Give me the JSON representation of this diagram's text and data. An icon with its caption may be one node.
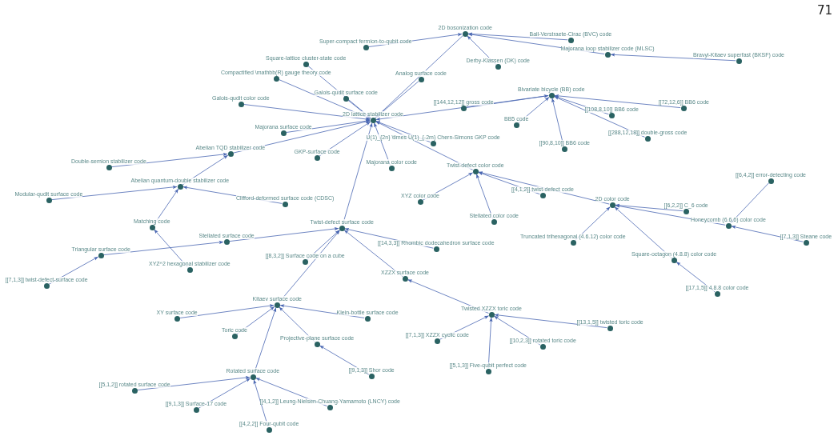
{
  "diagram": {
    "nodes": [
      {
        "text": [
          "2D bosonization code"
        ]
      },
      {
        "text": [
          "Super-compact fermion-to-qubit code"
        ]
      },
      {
        "text": [
          "Ball-Verstraete-Cirac (BVC) code"
        ]
      },
      {
        "text": [
          "Majorana loop stabilizer code (MLSC)"
        ]
      },
      {
        "text": [
          "Bravyi-Kitaev superfast (BKSF) code"
        ]
      },
      {
        "text": [
          "Derby-Klassen (DK) code"
        ]
      },
      {
        "text": [
          "Square-lattice cluster-state code"
        ]
      },
      {
        "text": [
          "Compactified \\mathbb(R) gauge theory code"
        ]
      },
      {
        "text": [
          "Analog surface code"
        ]
      },
      {
        "text": [
          "Bivariate bicycle (BB) code"
        ]
      },
      {
        "text": [
          "Galois-qudit color code"
        ]
      },
      {
        "text": [
          "Galois-qudit surface code"
        ]
      },
      {
        "text": [
          "[[144,12,12]] gross code"
        ]
      },
      {
        "text": [
          "[[72,12,6]] BB6 code"
        ]
      },
      {
        "text": [
          "[[108,8,10]] BB6 code"
        ]
      },
      {
        "text": [
          "2D lattice stabilizer code"
        ]
      },
      {
        "text": [
          "BB5 code"
        ]
      },
      {
        "text": [
          "Majorana surface code"
        ]
      },
      {
        "text": [
          "[[288,12,18]] double-gross code"
        ]
      },
      {
        "text": [
          "U(1)_{2n} \\times U(1)_{-2m} Chern-Simons GKP code"
        ]
      },
      {
        "text": [
          "[[90,8,10]] BB6 code"
        ]
      },
      {
        "text": [
          "Abelian TQD stabilizer code"
        ]
      },
      {
        "text": [
          "GKP-surface code"
        ]
      },
      {
        "text": [
          "Majorana color code"
        ]
      },
      {
        "text": [
          "Twist-defect color code"
        ]
      },
      {
        "text": [
          "Double-semion stabilizer code"
        ]
      },
      {
        "text": [
          "[[6,4,2]] error-detecting code"
        ]
      },
      {
        "text": [
          "Abelian quantum-double stabilizer code"
        ]
      },
      {
        "text": [
          "[[4,1,2]] twist-defect code"
        ]
      },
      {
        "text": [
          "XYZ color code"
        ]
      },
      {
        "text": [
          "Modular-qudit surface code"
        ]
      },
      {
        "text": [
          "Clifford-deformed surface code (CDSC)"
        ]
      },
      {
        "text": [
          "2D color code"
        ]
      },
      {
        "text": [
          "[[6,2,2]] C_6 code"
        ]
      },
      {
        "text": [
          "Stellated color code"
        ]
      },
      {
        "text": [
          "Matching code"
        ]
      },
      {
        "text": [
          "Twist-defect surface code"
        ]
      },
      {
        "text": [
          "Honeycomb (6.6.6) color code"
        ]
      },
      {
        "text": [
          "Stellated surface code"
        ]
      },
      {
        "text": [
          "Truncated trihexagonal (4.6.12) color code"
        ]
      },
      {
        "text": [
          "[[7,1,3]] Steane code"
        ]
      },
      {
        "text": [
          "[[14,3,3]] Rhombic dodecahedron surface code"
        ]
      },
      {
        "text": [
          "Triangular surface code"
        ]
      },
      {
        "text": [
          "[[8,3,2]] Surface code on a cube"
        ]
      },
      {
        "text": [
          "Square-octagon (4.8.8) color code"
        ]
      },
      {
        "text": [
          "XYZ^2 hexagonal stabilizer code"
        ]
      },
      {
        "text": [
          "XZZX surface code"
        ]
      },
      {
        "text": [
          "[[7,1,3]] twist-defect-surface code"
        ]
      },
      {
        "text": [
          "[[17,1,5]] 4.8.8 color code"
        ]
      },
      {
        "text": [
          "Kitaev surface code"
        ]
      },
      {
        "text": [
          "Twisted XZZX toric code"
        ]
      },
      {
        "text": [
          "XY surface code"
        ]
      },
      {
        "text": [
          "Klein-bottle surface code"
        ]
      },
      {
        "text": [
          "[[13,1,5]] twisted toric code"
        ]
      },
      {
        "text": [
          "Toric code"
        ]
      },
      {
        "text": [
          "Projective-plane surface code"
        ]
      },
      {
        "text": [
          "[[7,1,3]] XZZX cyclic code"
        ]
      },
      {
        "text": [
          "[[10,2,3]] rotated toric code"
        ]
      },
      {
        "text": [
          "[[5,1,3]] Five-qubit perfect code"
        ]
      },
      {
        "text": [
          "[[9,1,3]] Shor code"
        ]
      },
      {
        "text": [
          "Rotated surface code"
        ]
      },
      {
        "text": [
          "[[5,1,2]] rotated surface code"
        ]
      },
      {
        "text": [
          "[[4,1,2]] Leung-Nielsen-Chuang-Yamamoto (LNCY) code"
        ]
      },
      {
        "text": [
          "[[9,1,3]] Surface-17 code"
        ]
      },
      {
        "text": [
          "[[4,2,2]] Four-qubit code"
        ]
      }
    ],
    "edges": [
      {
        "from": 1,
        "to": 0,
        "arrow": "to"
      },
      {
        "from": 5,
        "to": 0,
        "arrow": "to"
      },
      {
        "from": 2,
        "to": 0,
        "arrow": "to"
      },
      {
        "from": 3,
        "to": 0,
        "arrow": "to"
      },
      {
        "from": 4,
        "to": 3,
        "arrow": "to"
      },
      {
        "from": 0,
        "to": 15,
        "arrow": "to"
      },
      {
        "from": 8,
        "to": 15,
        "arrow": "to"
      },
      {
        "from": 6,
        "to": 15,
        "arrow": "to"
      },
      {
        "from": 7,
        "to": 15,
        "arrow": "to"
      },
      {
        "from": 10,
        "to": 15,
        "arrow": "to"
      },
      {
        "from": 11,
        "to": 15,
        "arrow": "to"
      },
      {
        "from": 17,
        "to": 15,
        "arrow": "to"
      },
      {
        "from": 21,
        "to": 15,
        "arrow": "to"
      },
      {
        "from": 22,
        "to": 15,
        "arrow": "to"
      },
      {
        "from": 23,
        "to": 15,
        "arrow": "to"
      },
      {
        "from": 19,
        "to": 15,
        "arrow": "to"
      },
      {
        "from": 24,
        "to": 15,
        "arrow": "to"
      },
      {
        "from": 9,
        "to": 15,
        "arrow": "to"
      },
      {
        "from": 12,
        "to": 9,
        "arrow": "to"
      },
      {
        "from": 13,
        "to": 9,
        "arrow": "to"
      },
      {
        "from": 14,
        "to": 9,
        "arrow": "to"
      },
      {
        "from": 18,
        "to": 9,
        "arrow": "to"
      },
      {
        "from": 20,
        "to": 9,
        "arrow": "to"
      },
      {
        "from": 16,
        "to": 9,
        "arrow": "to"
      },
      {
        "from": 36,
        "to": 15,
        "arrow": "to"
      },
      {
        "from": 25,
        "to": 21,
        "arrow": "to"
      },
      {
        "from": 27,
        "to": 21,
        "arrow": "to"
      },
      {
        "from": 30,
        "to": 27,
        "arrow": "to"
      },
      {
        "from": 31,
        "to": 27,
        "arrow": "to"
      },
      {
        "from": 35,
        "to": 27,
        "arrow": "to"
      },
      {
        "from": 45,
        "to": 35,
        "arrow": "to"
      },
      {
        "from": 28,
        "to": 24,
        "arrow": "to"
      },
      {
        "from": 29,
        "to": 24,
        "arrow": "to"
      },
      {
        "from": 34,
        "to": 24,
        "arrow": "to"
      },
      {
        "from": 32,
        "to": 24,
        "arrow": "to"
      },
      {
        "from": 33,
        "to": 32,
        "arrow": "to"
      },
      {
        "from": 37,
        "to": 32,
        "arrow": "to"
      },
      {
        "from": 39,
        "to": 32,
        "arrow": "to"
      },
      {
        "from": 44,
        "to": 32,
        "arrow": "to"
      },
      {
        "from": 26,
        "to": 37,
        "arrow": "to"
      },
      {
        "from": 40,
        "to": 37,
        "arrow": "to"
      },
      {
        "from": 48,
        "to": 44,
        "arrow": "to"
      },
      {
        "from": 38,
        "to": 36,
        "arrow": "to"
      },
      {
        "from": 42,
        "to": 38,
        "arrow": "to"
      },
      {
        "from": 47,
        "to": 42,
        "arrow": "to"
      },
      {
        "from": 43,
        "to": 36,
        "arrow": "to"
      },
      {
        "from": 41,
        "to": 36,
        "arrow": "to"
      },
      {
        "from": 46,
        "to": 36,
        "arrow": "to"
      },
      {
        "from": 49,
        "to": 36,
        "arrow": "to"
      },
      {
        "from": 50,
        "to": 46,
        "arrow": "to"
      },
      {
        "from": 56,
        "to": 50,
        "arrow": "to"
      },
      {
        "from": 58,
        "to": 50,
        "arrow": "to"
      },
      {
        "from": 57,
        "to": 50,
        "arrow": "to"
      },
      {
        "from": 53,
        "to": 50,
        "arrow": "to"
      },
      {
        "from": 51,
        "to": 49,
        "arrow": "to"
      },
      {
        "from": 54,
        "to": 49,
        "arrow": "to"
      },
      {
        "from": 52,
        "to": 49,
        "arrow": "to"
      },
      {
        "from": 55,
        "to": 49,
        "arrow": "to"
      },
      {
        "from": 60,
        "to": 49,
        "arrow": "to"
      },
      {
        "from": 59,
        "to": 55,
        "arrow": "to"
      },
      {
        "from": 61,
        "to": 60,
        "arrow": "to"
      },
      {
        "from": 63,
        "to": 60,
        "arrow": "to"
      },
      {
        "from": 64,
        "to": 60,
        "arrow": "to"
      },
      {
        "from": 62,
        "to": 60,
        "arrow": "to"
      }
    ],
    "labels": [
      "71"
    ]
  }
}
